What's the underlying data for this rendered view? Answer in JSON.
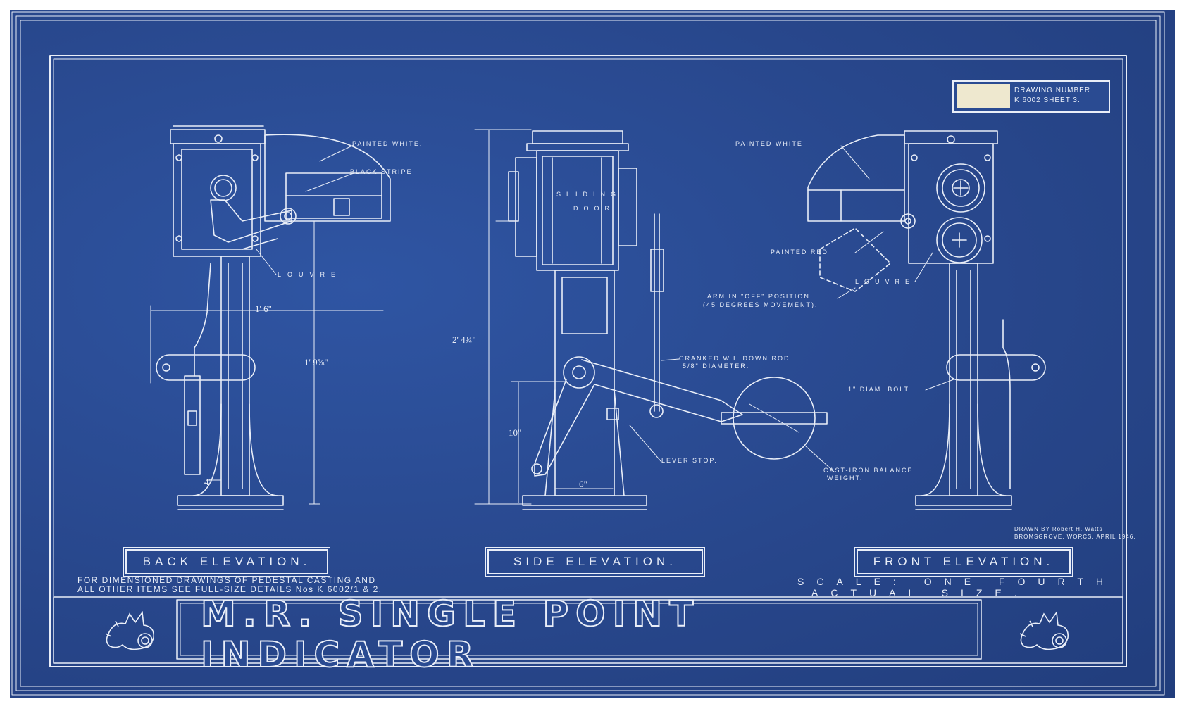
{
  "drawing_number": {
    "label": "DRAWING NUMBER",
    "value": "K 6002  SHEET 3."
  },
  "title": "M.R. SINGLE POINT INDICATOR",
  "views": [
    {
      "label": "BACK ELEVATION."
    },
    {
      "label": "SIDE ELEVATION."
    },
    {
      "label": "FRONT ELEVATION."
    }
  ],
  "annotations": {
    "painted_white_back": "PAINTED WHITE.",
    "black_stripe": "BLACK STRIPE",
    "louvre_back": "LOUVRE",
    "sliding": "SLIDING",
    "door": "DOOR",
    "painted_white_front": "PAINTED WHITE",
    "painted_red": "PAINTED RED",
    "louvre_front": "LOUVRE",
    "arm_off_1": "ARM IN \"OFF\" POSITION",
    "arm_off_2": "(45 DEGREES MOVEMENT).",
    "down_rod_1": "CRANKED W.I. DOWN ROD",
    "down_rod_2": "5/8\" DIAMETER.",
    "lever_stop": "LEVER STOP.",
    "balance_1": "CAST-IRON BALANCE",
    "balance_2": "WEIGHT.",
    "bolt": "1\" DIAM. BOLT"
  },
  "dimensions": {
    "back_width": "1' 6\"",
    "back_height": "1' 9⅝\"",
    "back_base": "4\"",
    "side_height": "2' 4¾\"",
    "side_lower": "10\"",
    "side_base": "6\""
  },
  "notes": {
    "line1": "FOR DIMENSIONED DRAWINGS OF PEDESTAL CASTING AND",
    "line2": "ALL OTHER ITEMS SEE FULL-SIZE DETAILS Nos K 6002/1 & 2."
  },
  "scale": {
    "line1": "SCALE: ONE FOURTH",
    "line2": "ACTUAL SIZE."
  },
  "drawn_by": {
    "line1": "DRAWN BY Robert H. Watts",
    "line2": "BROMSGROVE, WORCS. APRIL 1946."
  },
  "colors": {
    "paper": "#2a4b92",
    "ink": "#e9eef8",
    "tape": "#eee8cf"
  },
  "icons": [
    "dragon-emblem-icon",
    "dragon-emblem-icon"
  ]
}
